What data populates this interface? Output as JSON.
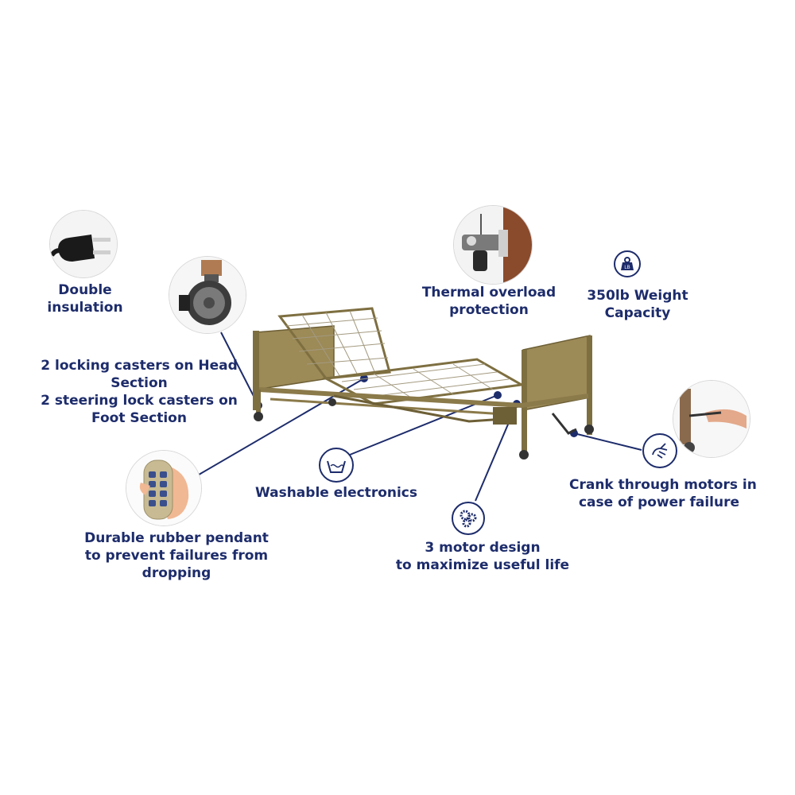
{
  "features": {
    "double_insulation": {
      "lines": [
        "Double",
        "insulation"
      ],
      "image": "plug-icon"
    },
    "locking_casters": {
      "lines": [
        "2 locking casters on Head",
        "Section",
        "2 steering lock casters on",
        "Foot Section"
      ],
      "image": "caster-wheel-icon"
    },
    "rubber_pendant": {
      "lines": [
        "Durable rubber pendant",
        "to prevent failures from",
        "dropping"
      ],
      "image": "hand-pendant-icon"
    },
    "thermal_overload": {
      "lines": [
        "Thermal overload",
        "protection"
      ],
      "image": "motor-icon"
    },
    "weight_capacity": {
      "lines": [
        "350lb Weight",
        "Capacity"
      ],
      "icon": "weight-icon",
      "icon_text": "LB"
    },
    "washable_electronics": {
      "lines": [
        "Washable electronics"
      ],
      "icon": "wash-basin-icon"
    },
    "three_motor": {
      "lines": [
        "3 motor design",
        "to maximize useful life"
      ],
      "icon": "gears-icon"
    },
    "crank": {
      "lines": [
        "Crank through motors in",
        "case of power failure"
      ],
      "icon": "hand-crank-icon",
      "image": "crank-photo-icon"
    }
  },
  "colors": {
    "text": "#1d2c6b",
    "line": "#1d2c6b",
    "bed_frame": "#8b7a4a",
    "headboard": "#9c8a57"
  }
}
